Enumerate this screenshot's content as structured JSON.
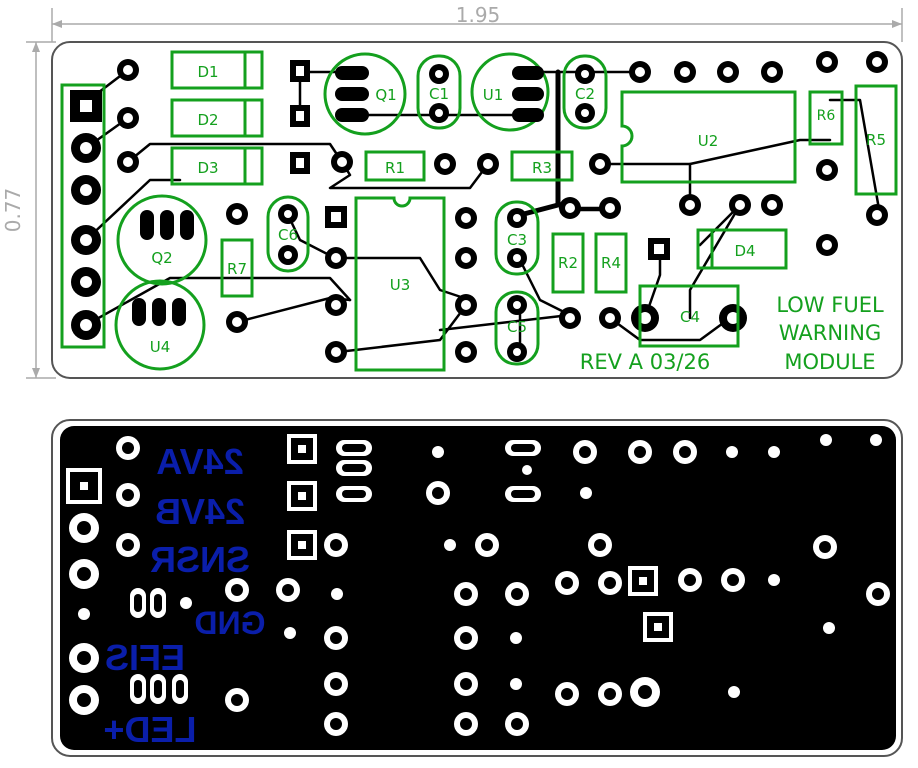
{
  "dimensions": {
    "width": "1.95",
    "height": "0.77"
  },
  "top": {
    "components": {
      "D1": "D1",
      "D2": "D2",
      "D3": "D3",
      "D4": "D4",
      "Q1": "Q1",
      "Q2": "Q2",
      "U1": "U1",
      "U2": "U2",
      "U3": "U3",
      "U4": "U4",
      "C1": "C1",
      "C2": "C2",
      "C3": "C3",
      "C4": "C4",
      "C5": "C5",
      "C6": "C6",
      "R1": "R1",
      "R2": "R2",
      "R3": "R3",
      "R4": "R4",
      "R5": "R5",
      "R6": "R6",
      "R7": "R7"
    },
    "title": {
      "line1": "LOW FUEL",
      "line2": "WARNING",
      "line3": "MODULE"
    },
    "revision": "REV A 03/26"
  },
  "bottom": {
    "labels": {
      "l24va": "24VA",
      "l24vb": "24VB",
      "snsr": "SNSR",
      "gnd": "GND",
      "efis": "EFIS",
      "led": "LED+"
    }
  },
  "colors": {
    "silkscreen": "#14a01e",
    "copper_labels": "#0a1eaa",
    "board_bottom": "#000000"
  }
}
